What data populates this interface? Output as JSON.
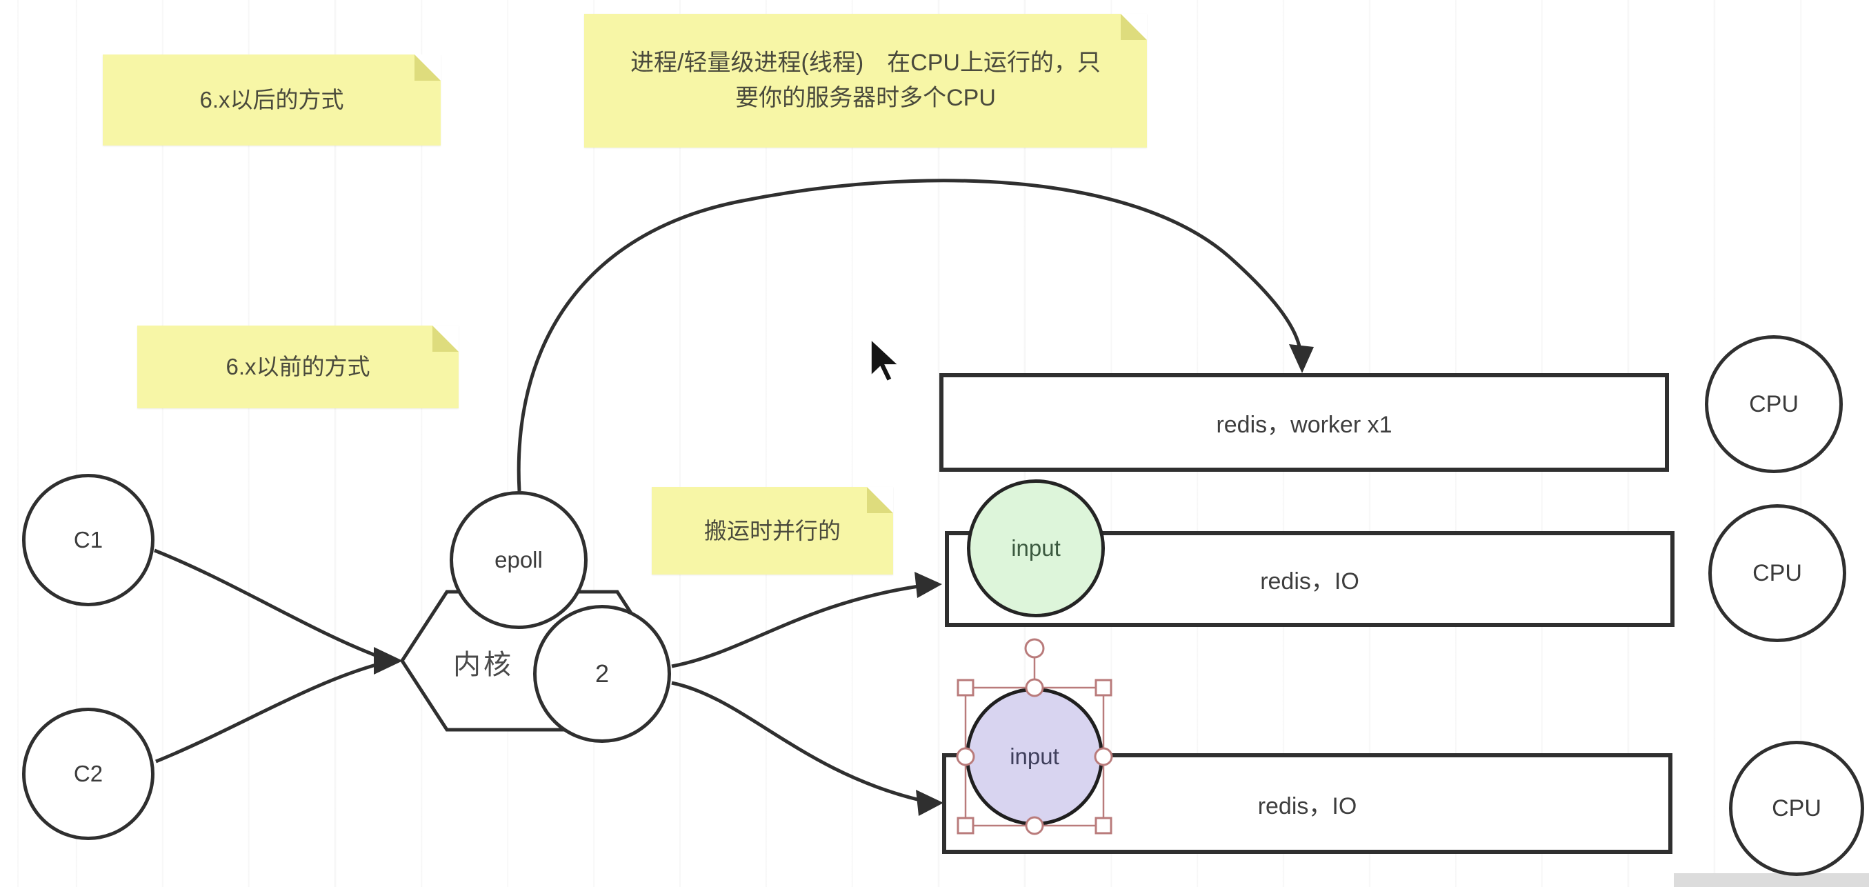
{
  "notes": {
    "after": {
      "text": "6.x以后的方式"
    },
    "process": {
      "text": "进程/轻量级进程(线程)　在CPU上运行的，只\n要你的服务器时多个CPU"
    },
    "before": {
      "text": "6.x以前的方式"
    },
    "parallel": {
      "text": "搬运时并行的"
    }
  },
  "nodes": {
    "client1": "C1",
    "client2": "C2",
    "epoll": "epoll",
    "kernel": "内核",
    "io_count": "2",
    "input_green": "input",
    "input_purple": "input",
    "cpu1": "CPU",
    "cpu2": "CPU",
    "cpu3": "CPU"
  },
  "bars": {
    "worker": "redis，worker x1",
    "io1": "redis，IO",
    "io2": "redis，IO"
  },
  "colors": {
    "note_fill": "#f7f6a6",
    "note_fold": "#dedc7d",
    "green_fill": "#ddf5da",
    "purple_fill": "#d8d4f0",
    "selection": "#b97b7b",
    "stroke": "#2f2f2f"
  }
}
